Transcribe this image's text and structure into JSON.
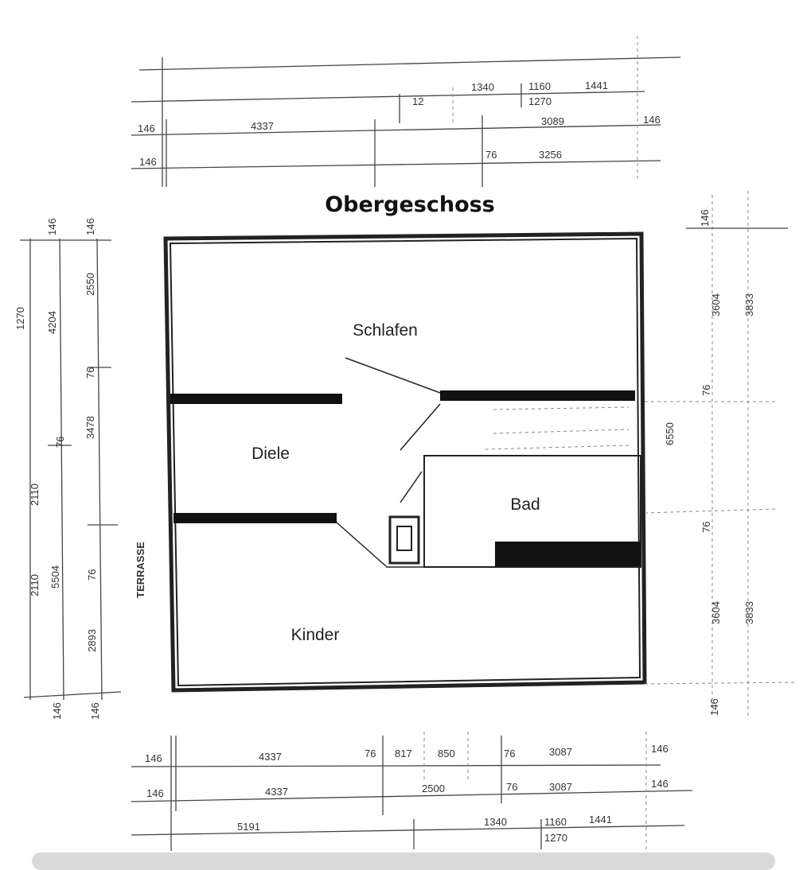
{
  "title": "Obergeschoss",
  "rooms": {
    "schlafen": "Schlafen",
    "diele": "Diele",
    "bad": "Bad",
    "kinder": "Kinder",
    "terrasse": "TERRASSE"
  },
  "dims_top": {
    "r2": [
      "1340",
      "1160",
      "1270",
      "1441",
      "12"
    ],
    "r3": [
      "146",
      "4337",
      "3089",
      "146"
    ],
    "r4": [
      "146",
      "76",
      "3256"
    ]
  },
  "dims_bottom": {
    "r1": [
      "146",
      "4337",
      "76",
      "817",
      "850",
      "76",
      "3087",
      "146"
    ],
    "r2": [
      "146",
      "4337",
      "2500",
      "76",
      "3087",
      "146"
    ],
    "r3": [
      "5191",
      "1340",
      "1160",
      "1270",
      "1441"
    ]
  },
  "dims_left": [
    "146",
    "146",
    "4204",
    "2550",
    "1270",
    "76",
    "3478",
    "76",
    "2110",
    "5504",
    "76",
    "2110",
    "2893",
    "146",
    "146"
  ],
  "dims_right": [
    "146",
    "3604",
    "3833",
    "76",
    "6550",
    "76",
    "3604",
    "3833",
    "146"
  ]
}
